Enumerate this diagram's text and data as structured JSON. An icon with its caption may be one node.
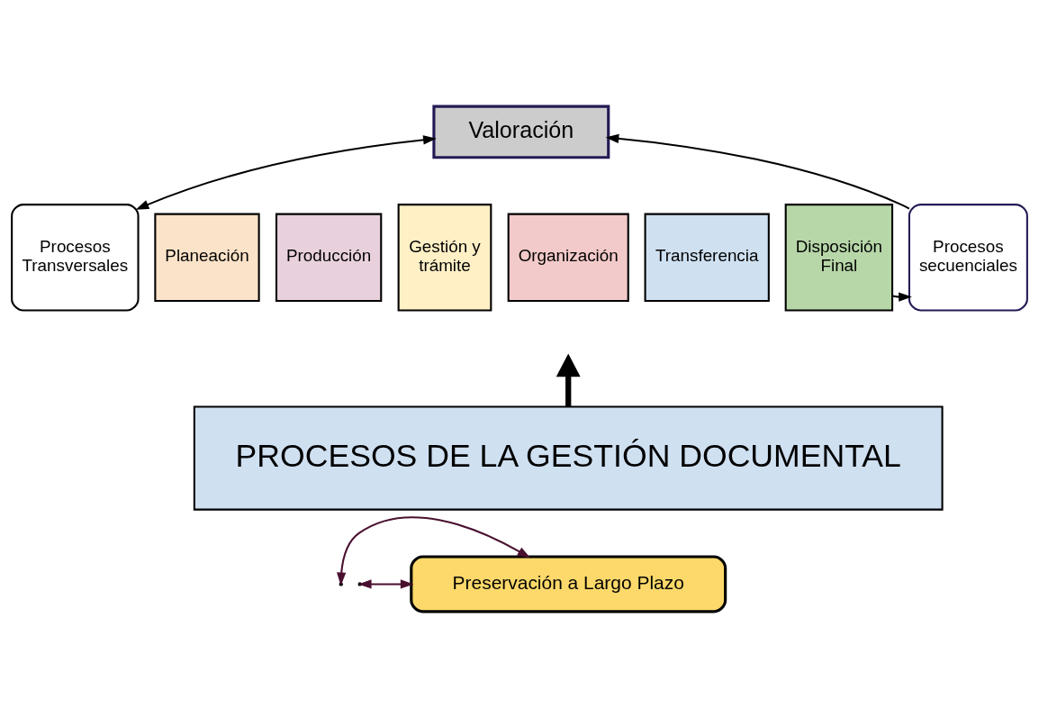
{
  "diagram": {
    "nodes": [
      {
        "text": [
          "Valoración"
        ]
      },
      {
        "text": [
          "Procesos Transversales"
        ]
      },
      {
        "text": [
          "Procesos secuenciales"
        ]
      },
      {
        "text": [
          "Planeación"
        ]
      },
      {
        "text": [
          "Producción"
        ]
      },
      {
        "text": [
          "Gestión y trámite"
        ]
      },
      {
        "text": [
          "Organización"
        ]
      },
      {
        "text": [
          "Transferencia"
        ]
      },
      {
        "text": [
          "Disposición Final"
        ]
      },
      {
        "text": [
          "PROCESOS DE LA GESTIÓN DOCUMENTAL"
        ]
      },
      {
        "text": [
          "Preservación a Largo Plazo"
        ]
      }
    ],
    "edges": [
      {
        "from": 1,
        "to": 0,
        "arrow": "both"
      },
      {
        "from": 2,
        "to": 0,
        "arrow": "to"
      },
      {
        "from": 8,
        "to": 2,
        "arrow": "to"
      },
      {
        "from": 9,
        "to": null,
        "arrow": "to",
        "style": "thick"
      },
      {
        "from": null,
        "to": 10,
        "arrow": "both",
        "color": "#4a1030"
      },
      {
        "from": null,
        "to": 10,
        "arrow": "both",
        "color": "#4a1030"
      }
    ]
  }
}
